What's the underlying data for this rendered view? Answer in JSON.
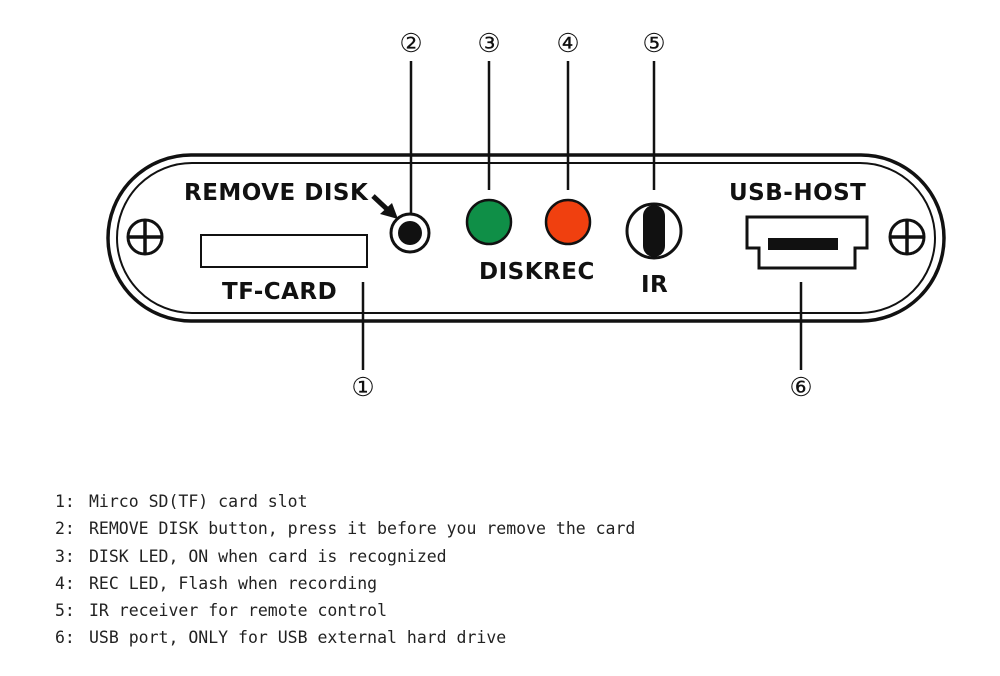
{
  "panel": {
    "remove_disk_label": "REMOVE DISK",
    "tf_card_label": "TF-CARD",
    "diskrec_label": "DISKREC",
    "ir_label": "IR",
    "usb_host_label": "USB-HOST",
    "disk_led_color": "#0f8f47",
    "rec_led_color": "#f0400f",
    "outline_color": "#111111"
  },
  "callouts": {
    "c1": "①",
    "c2": "②",
    "c3": "③",
    "c4": "④",
    "c5": "⑤",
    "c6": "⑥"
  },
  "legend": [
    {
      "num": "1:",
      "text": "Mirco SD(TF) card slot"
    },
    {
      "num": "2:",
      "text": "REMOVE DISK button, press it before you remove the card"
    },
    {
      "num": "3:",
      "text": "DISK LED, ON when card is recognized"
    },
    {
      "num": "4:",
      "text": "REC LED, Flash when recording"
    },
    {
      "num": "5:",
      "text": "IR receiver for remote control"
    },
    {
      "num": "6:",
      "text": "USB port, ONLY for USB external hard drive"
    }
  ]
}
